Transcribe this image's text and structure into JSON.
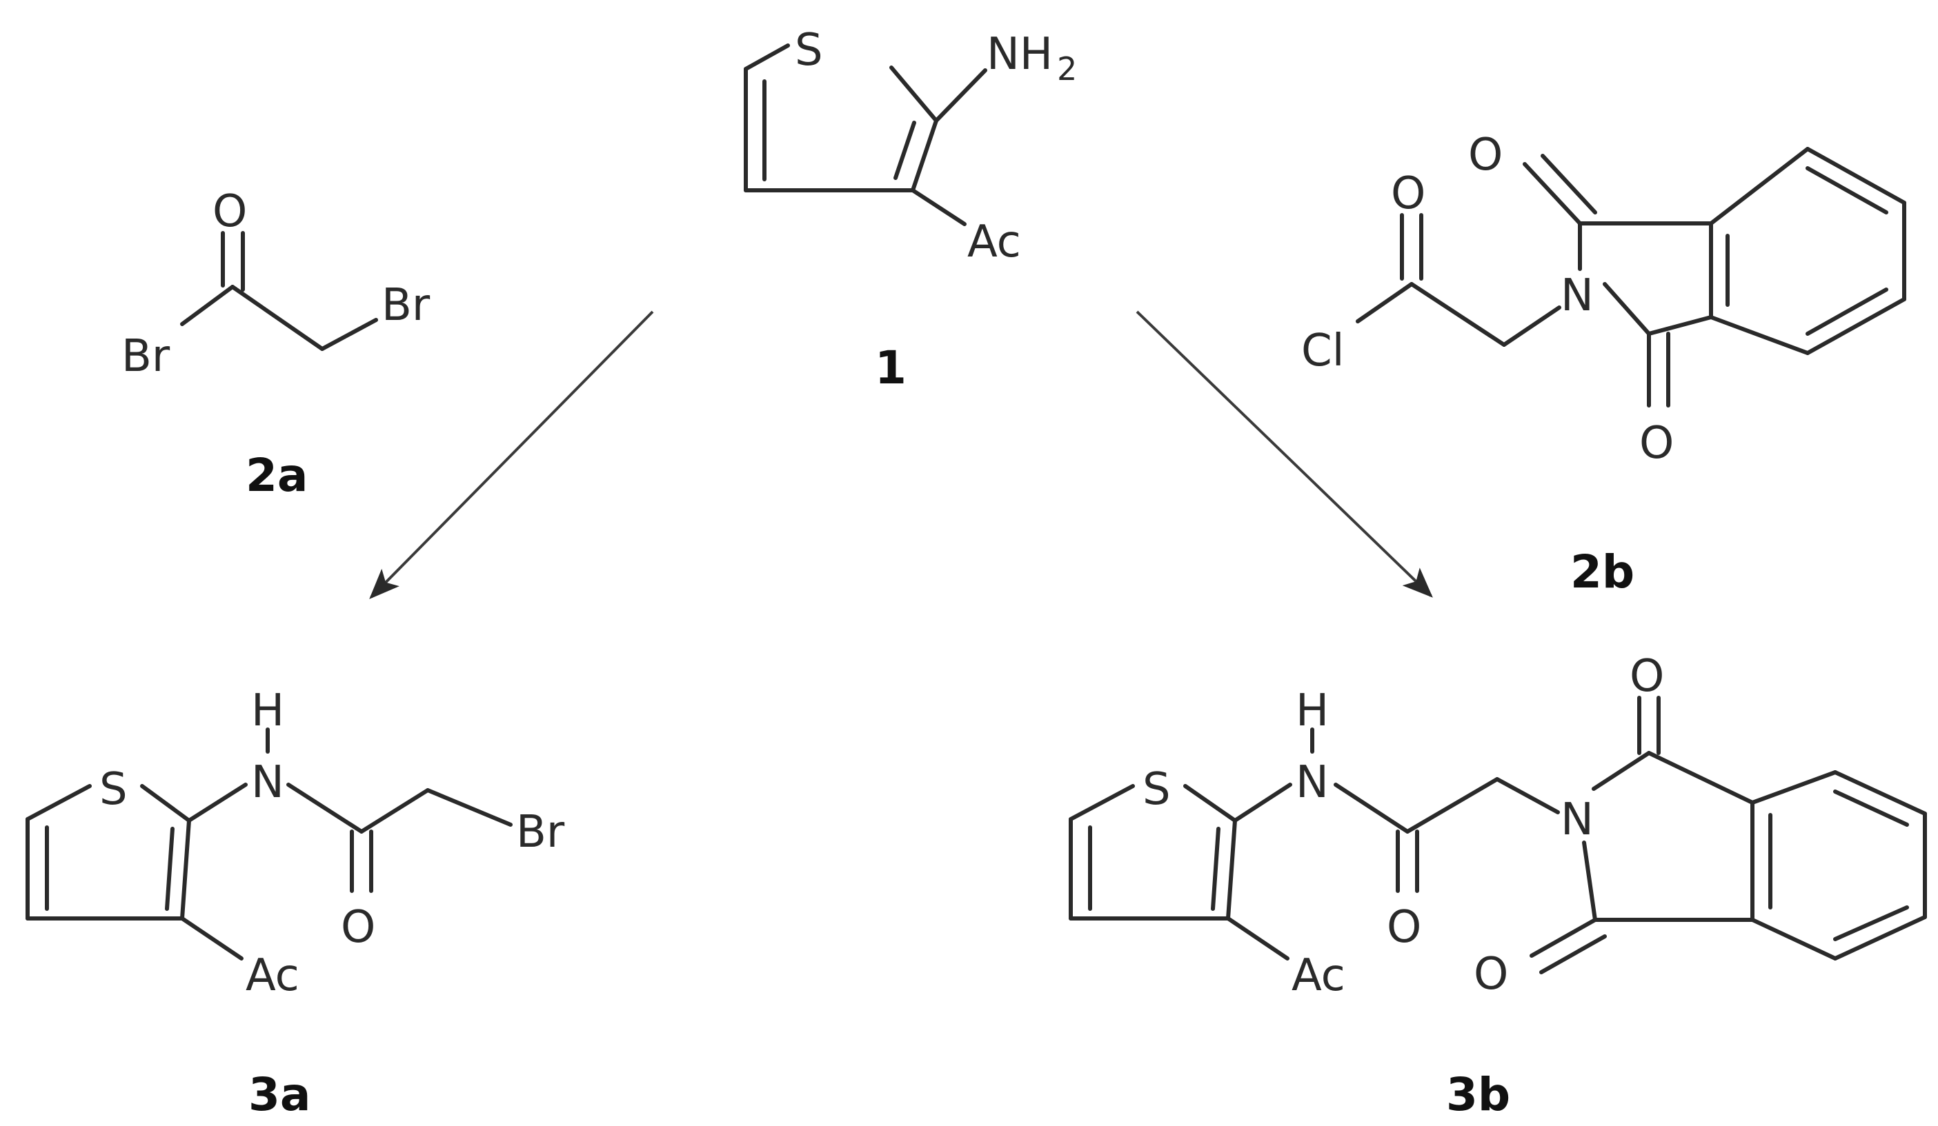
{
  "compounds": {
    "c1": {
      "label": "1"
    },
    "c2a": {
      "label": "2a"
    },
    "c2b": {
      "label": "2b"
    },
    "c3a": {
      "label": "3a"
    },
    "c3b": {
      "label": "3b"
    }
  },
  "atoms": {
    "S": "S",
    "N": "N",
    "NH": "NH",
    "H": "H",
    "H2": "2",
    "O": "O",
    "Br": "Br",
    "Cl": "Cl",
    "Ac": "Ac"
  },
  "colors": {
    "ink": "#2a2a2a",
    "background": "#ffffff"
  }
}
